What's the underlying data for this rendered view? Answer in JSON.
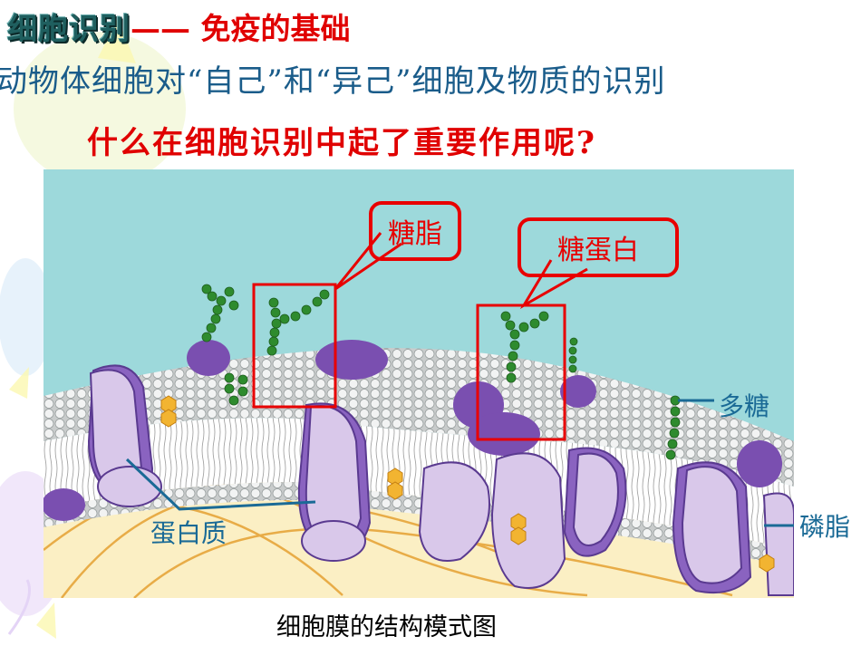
{
  "slide": {
    "title_main": "细胞识别",
    "title_dash": "—— ",
    "title_sub": "免疫的基础",
    "line2": "动物体细胞对“自己”和“异己”细胞及物质的识别",
    "line3": "什么在细胞识别中起了重要作用呢?"
  },
  "figure": {
    "callouts": [
      {
        "label": "糖脂"
      },
      {
        "label": "糖蛋白"
      }
    ],
    "labels": {
      "polysaccharide": "多糖",
      "protein": "蛋白质",
      "phospholipid": "磷脂"
    },
    "caption": "细胞膜的结构模式图"
  },
  "colors": {
    "title_teal": "#1f5f5f",
    "accent_red": "#e00000",
    "label_blue": "#1a6a96",
    "extracellular": "#9dd9db",
    "cytoplasm": "#fbefc4",
    "protein_purple": "#7a4fb0",
    "protein_light": "#d9c8ea",
    "sugar_green": "#2e8b2e",
    "cholesterol_orange": "#f2b431"
  }
}
